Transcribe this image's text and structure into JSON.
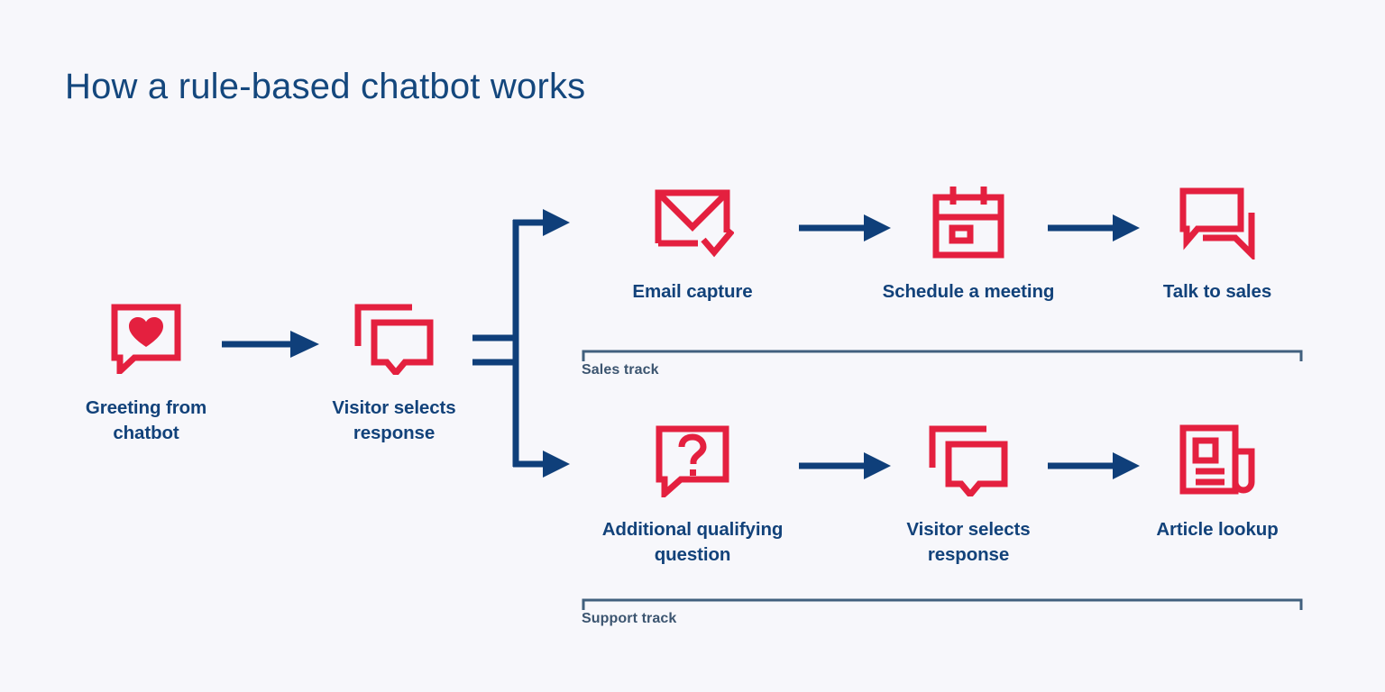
{
  "page": {
    "title": "How a rule-based chatbot works",
    "background_color": "#f7f7fb",
    "navy": "#12427a",
    "arrow_navy": "#0f3f7a",
    "red": "#e4203f",
    "track_label_color": "#3c5570"
  },
  "flow": {
    "start": {
      "label": "Greeting from chatbot",
      "icon": "chat-bubble-heart-icon"
    },
    "select": {
      "label": "Visitor selects response",
      "icon": "double-chat-bubble-icon"
    },
    "branch": {
      "icon": "branch-split-arrows-icon",
      "branches": [
        "sales",
        "support"
      ]
    }
  },
  "tracks": [
    {
      "id": "sales",
      "bracket_label": "Sales track",
      "steps": [
        {
          "label": "Email capture",
          "icon": "envelope-check-icon"
        },
        {
          "label": "Schedule a meeting",
          "icon": "calendar-icon"
        },
        {
          "label": "Talk to sales",
          "icon": "two-chat-bubbles-icon"
        }
      ]
    },
    {
      "id": "support",
      "bracket_label": "Support track",
      "steps": [
        {
          "label": "Additional qualifying question",
          "icon": "chat-bubble-question-icon"
        },
        {
          "label": "Visitor selects response",
          "icon": "double-chat-bubble-icon"
        },
        {
          "label": "Article lookup",
          "icon": "newspaper-icon"
        }
      ]
    }
  ]
}
